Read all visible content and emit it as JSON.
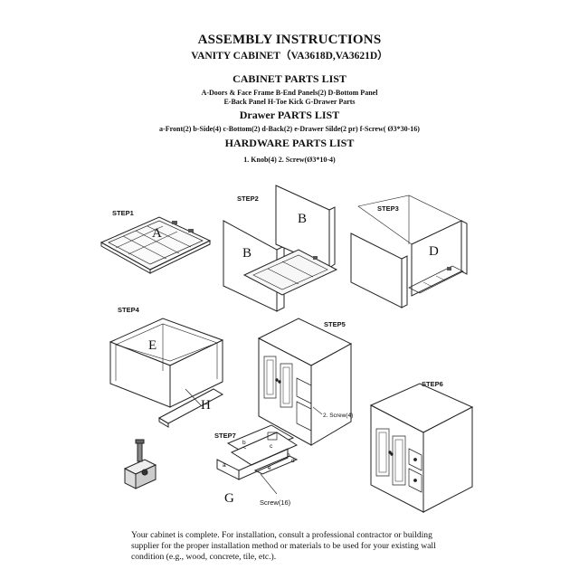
{
  "header": {
    "title": "ASSEMBLY INSTRUCTIONS",
    "subtitle": "VANITY CABINET（VA3618D,VA3621D）"
  },
  "cabinet_parts": {
    "heading": "CABINET PARTS LIST",
    "line1": "A-Doors & Face Frame  B-End Panels(2)      D-Bottom Panel",
    "line2": "E-Back Panel  H-Toe Kick  G-Drawer Parts"
  },
  "drawer_parts": {
    "heading": "Drawer PARTS LIST",
    "line1": "a-Front(2)  b-Side(4)  c-Bottom(2)  d-Back(2)  e-Drawer Silde(2 pr)  f-Screw( Ø3*30-16)"
  },
  "hardware_parts": {
    "heading": "HARDWARE PARTS LIST",
    "line1": "1.  Knob(4)      2. Screw(Ø3*10-4)"
  },
  "steps": {
    "step1": "STEP1",
    "step2": "STEP2",
    "step3": "STEP3",
    "step4": "STEP4",
    "step5": "STEP5",
    "step6": "STEP6",
    "step7": "STEP7"
  },
  "part_labels": {
    "A": "A",
    "B1": "B",
    "B2": "B",
    "D": "D",
    "E": "E",
    "H": "H",
    "G": "G"
  },
  "small_labels": {
    "screw4": "2. Screw(4)",
    "screw16": "Screw(16)",
    "b1": "b",
    "b2": "b",
    "c": "c",
    "d": "d",
    "e": "e",
    "a": "a"
  },
  "footer": {
    "text": "Your cabinet is complete.  For installation, consult a professional contractor or building supplier for the proper installation method or materials to be used for your existing wall condition (e.g., wood, concrete, tile, etc.)."
  }
}
